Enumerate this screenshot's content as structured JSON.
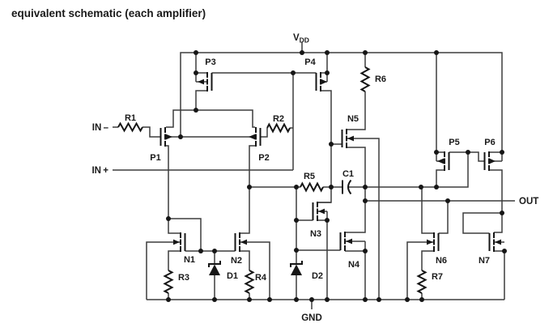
{
  "title": "equivalent schematic (each amplifier)",
  "power": {
    "vdd_v": "V",
    "vdd_sub": "DD",
    "gnd": "GND"
  },
  "ports": {
    "in_minus": "IN –",
    "in_plus": "IN +",
    "out": "OUT"
  },
  "components": {
    "r1": "R1",
    "r2": "R2",
    "r3": "R3",
    "r4": "R4",
    "r5": "R5",
    "r6": "R6",
    "r7": "R7",
    "c1": "C1",
    "d1": "D1",
    "d2": "D2",
    "p1": "P1",
    "p2": "P2",
    "p3": "P3",
    "p4": "P4",
    "p5": "P5",
    "p6": "P6",
    "n1": "N1",
    "n2": "N2",
    "n3": "N3",
    "n4": "N4",
    "n5": "N5",
    "n6": "N6",
    "n7": "N7"
  },
  "colors": {
    "background": "#ffffff",
    "wire": "#3d3d3d",
    "symbol": "#161616",
    "text": "#1a1a1a"
  }
}
